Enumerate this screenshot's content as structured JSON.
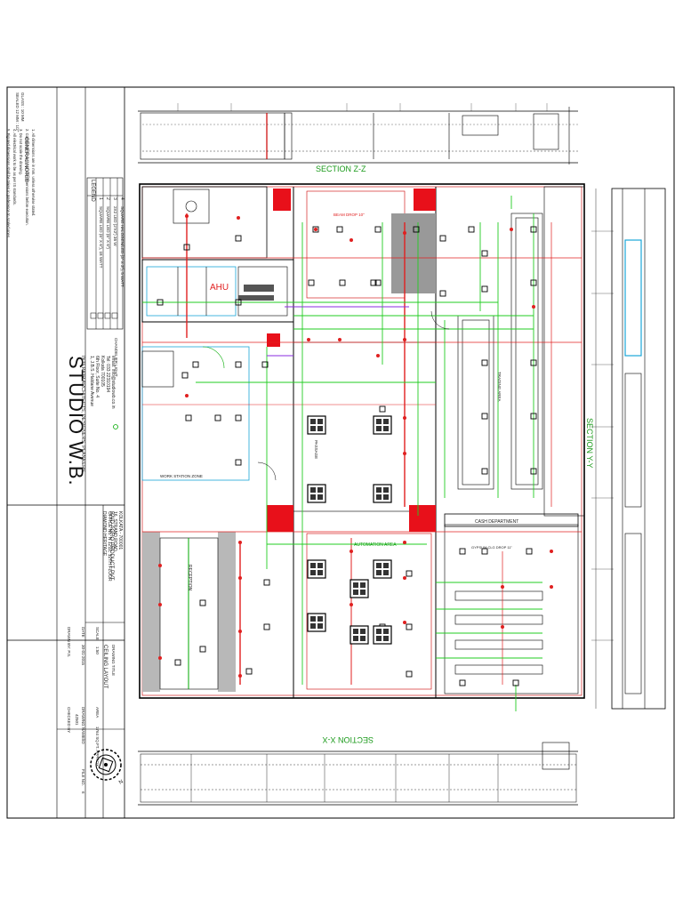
{
  "title_block": {
    "studio_name": "STUDIO W.B.",
    "studio_tagline": "INTERIOR ARCHITECTS, DESIGNERS, PLANNERS",
    "studio_address": [
      "1, J.B.S. Haldane Avenue",
      "6th Floor, Suite No. 4",
      "Kolkata 700105",
      "Tel: 033 22310194",
      "email: info@studiowb.co.in"
    ],
    "client_name": "BAID AGRO PRODUCT PVT",
    "client_address": [
      "DIAMOND HERITAGE",
      "OFFICE No. N 1212, 12TH FLOOR",
      "16, STRAND ROAD",
      "KOLKATA - 700001"
    ],
    "drawing_title_label": "DRAWING TITLE",
    "drawing_title": "CEILING LAYOUT",
    "scale_label": "SCALE",
    "scale": "1:50",
    "area_label": "AREA",
    "area": "1764 SQ.FT. APPROX",
    "date_label": "DATE",
    "date": "30-01-2015",
    "drawing_no_label": "DRAWING NAME/ID",
    "drawing_no": "42501",
    "file_label": "FILE NO.",
    "file_no": "6",
    "drawn_by": "DRAWN BY: P.S.",
    "checked_by": "CHECKED BY"
  },
  "legend": {
    "heading": "LEGEND",
    "rows": [
      {
        "num": "1",
        "text": "SQUARE LED (6\" X 6\"), 18 WATT"
      },
      {
        "num": "2",
        "text": "SQUARE LED (6\" X 6\")"
      },
      {
        "num": "3",
        "text": "2X2 LED (2'X2') 36 W"
      },
      {
        "num": "4",
        "text": "SQUARE HALOGEN/LED (3\" X 3\"), 5 WATT"
      }
    ],
    "extra": [
      "CHANDELIER LIGHT"
    ]
  },
  "notes": {
    "heading": "GENERAL NOTES",
    "lines": [
      "1. All dimensions are in mm. unless otherwise stated.",
      "2. Contractor to verify all site dimensions before execution.",
      "3. Do not scale the drawing.",
      "4. All electrical work to be as per IS standards.",
      "5. Figured dimensions shall be taken in preference to scaled ones."
    ],
    "pad_top": "GLASS : 10 MM",
    "pad_bottom": "SEALED 12 MM : 1/2\""
  },
  "plan": {
    "section_zz": "SECTION Z-Z",
    "section_yy": "SECTION Y-Y",
    "section_xx": "SECTION X-X",
    "ahu": "AHU",
    "trading_area": "TRADING AREA",
    "passage": "PASSAGE",
    "work_station_zone": "WORK STATION ZONE",
    "automation_area": "AUTOMATION AREA",
    "cash_department": "CASH DEPARTMENT",
    "reception": "RECEPTION",
    "beam_drop": "BEAM DROP 10\"",
    "gypsum_drop": "GYPSUM CLG DROP 11\""
  },
  "north": {
    "letter": "N"
  }
}
